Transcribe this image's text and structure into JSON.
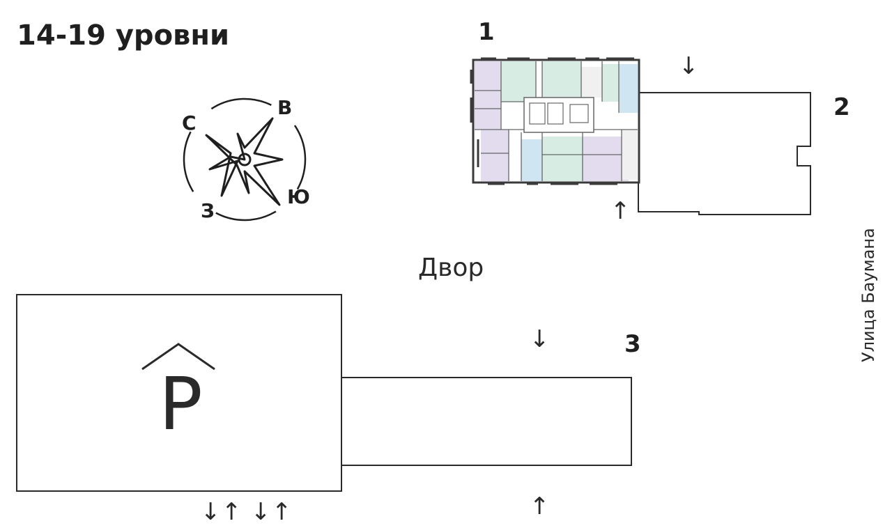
{
  "title": "14-19 уровни",
  "buildings": [
    {
      "id": "1",
      "label": "1"
    },
    {
      "id": "2",
      "label": "2"
    },
    {
      "id": "3",
      "label": "3"
    }
  ],
  "courtyard_label": "Двор",
  "street_label": "Улица Баумана",
  "parking_label": "P",
  "compass": {
    "north": "С",
    "east": "В",
    "south": "Ю",
    "west": "З"
  },
  "entrance_arrows": {
    "down": "↓",
    "up": "↑"
  },
  "floorplan_colors": {
    "studio": "#cfe5f2",
    "two_room": "#d7ece3",
    "three_room": "#e3dcef",
    "service": "#f3f3f3"
  }
}
